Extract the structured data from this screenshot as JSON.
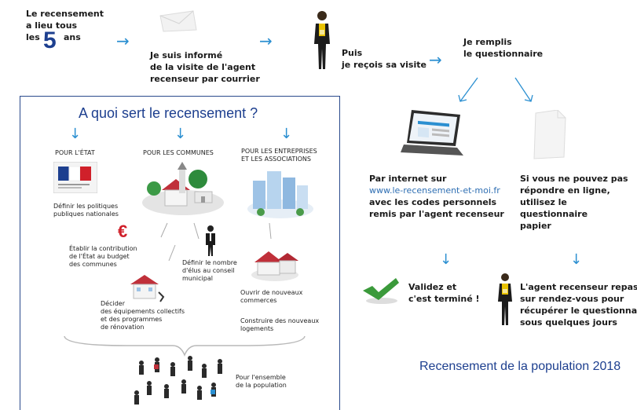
{
  "top": {
    "step1": {
      "line1": "Le recensement",
      "line2": "a lieu tous",
      "prefix": "les",
      "number": "5",
      "suffix": "ans"
    },
    "step2": {
      "line1": "Je suis informé",
      "line2": "de la visite de l'agent",
      "line3": "recenseur par courrier"
    },
    "step3": {
      "line1": "Puis",
      "line2": "je reçois sa visite"
    },
    "step4": {
      "line1": "Je remplis",
      "line2": "le questionnaire"
    }
  },
  "panel": {
    "title": "A quoi sert le recensement ?",
    "col_etat": {
      "heading": "POUR L'ÉTAT",
      "text1": "Définir les politiques",
      "text2": "publiques nationales"
    },
    "col_communes": {
      "heading": "POUR LES COMMUNES"
    },
    "col_entreprises": {
      "heading1": "POUR LES ENTREPRISES",
      "heading2": "ET LES ASSOCIATIONS"
    },
    "euro_symbol": "€",
    "contribution": {
      "l1": "Établir la contribution",
      "l2": "de l'État au budget",
      "l3": "des communes"
    },
    "elus": {
      "l1": "Définir le nombre",
      "l2": "d'élus au conseil",
      "l3": "municipal"
    },
    "commerces": {
      "l1": "Ouvrir de nouveaux",
      "l2": "commerces"
    },
    "equipements": {
      "l1": "Décider",
      "l2": "des équipements collectifs",
      "l3": "et des programmes",
      "l4": "de rénovation"
    },
    "logements": {
      "l1": "Construire des nouveaux",
      "l2": "logements"
    },
    "population": {
      "l1": "Pour l'ensemble",
      "l2": "de la population"
    }
  },
  "right": {
    "internet": {
      "label": "Par internet sur",
      "url": "www.le-recensement-et-moi.fr",
      "l2": "avec les codes personnels",
      "l3": "remis par l'agent recenseur"
    },
    "paper": {
      "l1": "Si vous ne pouvez pas",
      "l2": "répondre en ligne,",
      "l3": "utilisez le questionnaire",
      "l4": "papier"
    },
    "done": {
      "l1": "Validez et",
      "l2": "c'est terminé !"
    },
    "agent": {
      "l1": "L'agent recenseur repassera",
      "l2": "sur rendez-vous pour",
      "l3": "récupérer le questionnaire",
      "l4": "sous quelques jours"
    }
  },
  "footer": {
    "title": "Recensement de la population 2018"
  },
  "colors": {
    "accent_blue": "#2b8fd1",
    "title_blue": "#1d3f8f",
    "euro_red": "#d0202a",
    "check_green": "#3b9a3b"
  }
}
